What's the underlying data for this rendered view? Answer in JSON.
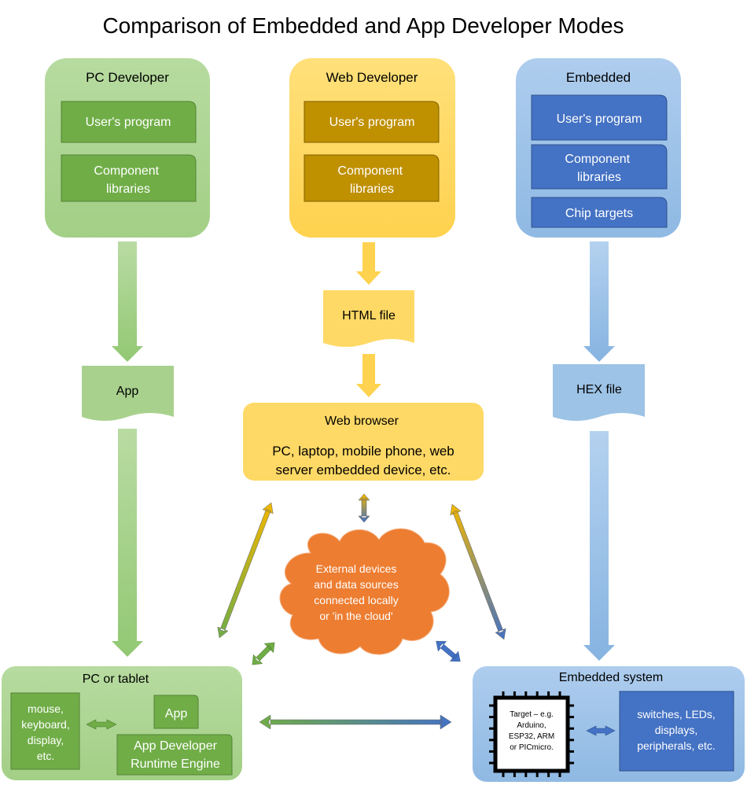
{
  "title": "Comparison of Embedded and App Developer Modes",
  "colors": {
    "green_panel": "#a9d18e",
    "green_box": "#70ad47",
    "yellow_panel": "#ffd966",
    "yellow_box": "#bf9000",
    "blue_panel": "#9dc3e6",
    "blue_box": "#4472c4",
    "orange_cloud": "#ed7d31"
  },
  "pc_developer": {
    "title": "PC Developer",
    "items": [
      "User's program",
      "Component|libraries"
    ]
  },
  "web_developer": {
    "title": "Web Developer",
    "items": [
      "User's program",
      "Component|libraries"
    ]
  },
  "embedded": {
    "title": "Embedded",
    "items": [
      "User's program",
      "Component|libraries",
      "Chip targets"
    ]
  },
  "outputs": {
    "app": "App",
    "html_file": "HTML file",
    "hex_file": "HEX file"
  },
  "web_browser": {
    "title": "Web browser",
    "line1": "PC, laptop, mobile phone, web",
    "line2": "server embedded device, etc."
  },
  "cloud": {
    "lines": [
      "External devices",
      "and data sources",
      "connected locally",
      "or 'in the cloud'"
    ]
  },
  "pc_tablet": {
    "title": "PC or tablet",
    "peripherals": [
      "mouse,",
      "keyboard,",
      "display,",
      "etc."
    ],
    "app": "App",
    "runtime": [
      "App Developer",
      "Runtime Engine"
    ]
  },
  "embedded_system": {
    "title": "Embedded system",
    "chip_text": [
      "Target – e.g.",
      "Arduino,",
      "ESP32, ARM",
      "or PICmicro."
    ],
    "peripherals": [
      "switches, LEDs,",
      "displays,",
      "peripherals, etc."
    ]
  }
}
